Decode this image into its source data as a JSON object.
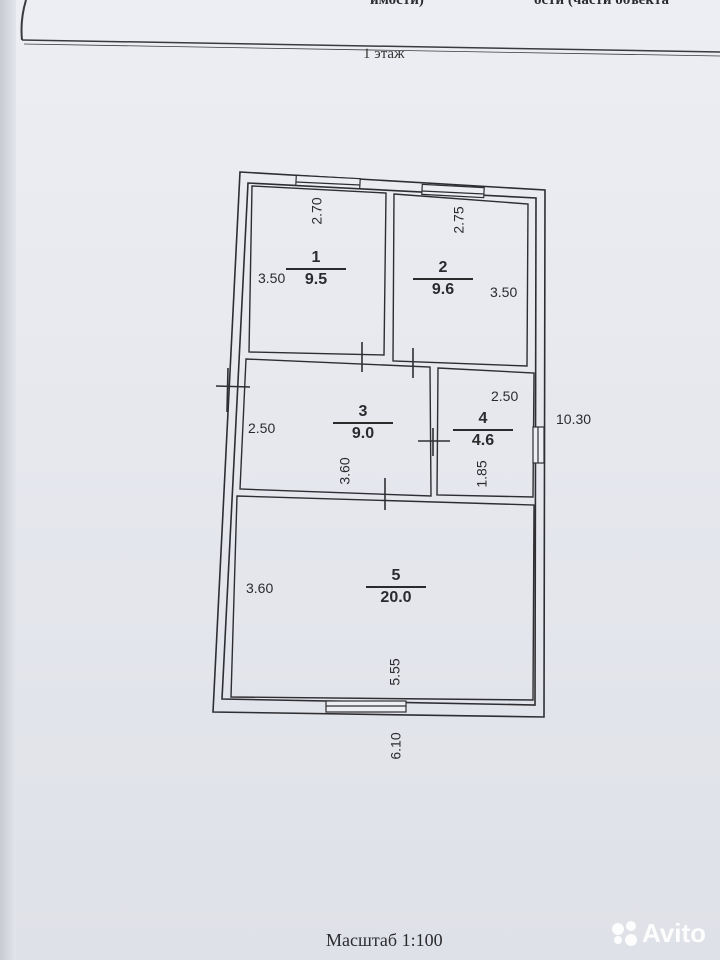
{
  "header": {
    "left_fragment": "имости)",
    "right_fragment": "ости (части объекта"
  },
  "floor_title": "1 этаж",
  "rooms": [
    {
      "number": "1",
      "area": "9.5"
    },
    {
      "number": "2",
      "area": "9.6"
    },
    {
      "number": "3",
      "area": "9.0"
    },
    {
      "number": "4",
      "area": "4.6"
    },
    {
      "number": "5",
      "area": "20.0"
    }
  ],
  "dimensions": {
    "room1_width": "2.70",
    "room1_length": "3.50",
    "room2_width": "2.75",
    "room2_length": "3.50",
    "room3_length": "2.50",
    "room3_width": "3.60",
    "room4_length": "2.50",
    "room4_width": "1.85",
    "room5_length": "3.60",
    "room5_width": "5.55",
    "total_length": "10.30",
    "total_width": "6.10"
  },
  "scale": "Масштаб 1:100",
  "watermark": "Avito"
}
